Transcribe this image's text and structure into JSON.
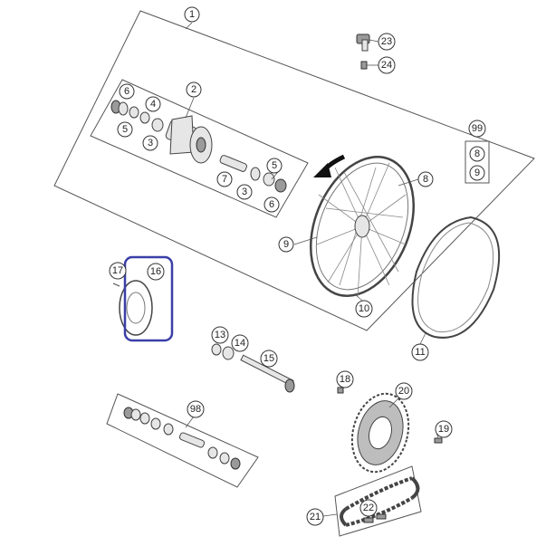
{
  "diagram": {
    "callouts": [
      {
        "id": "c1",
        "label": "1"
      },
      {
        "id": "c2",
        "label": "2"
      },
      {
        "id": "c3a",
        "label": "3"
      },
      {
        "id": "c3b",
        "label": "3"
      },
      {
        "id": "c4",
        "label": "4"
      },
      {
        "id": "c5a",
        "label": "5"
      },
      {
        "id": "c5b",
        "label": "5"
      },
      {
        "id": "c6a",
        "label": "6"
      },
      {
        "id": "c6b",
        "label": "6"
      },
      {
        "id": "c7",
        "label": "7"
      },
      {
        "id": "c8",
        "label": "8"
      },
      {
        "id": "c9",
        "label": "9"
      },
      {
        "id": "c10",
        "label": "10"
      },
      {
        "id": "c11",
        "label": "11"
      },
      {
        "id": "c13",
        "label": "13"
      },
      {
        "id": "c14",
        "label": "14"
      },
      {
        "id": "c15",
        "label": "15"
      },
      {
        "id": "c16",
        "label": "16"
      },
      {
        "id": "c17",
        "label": "17"
      },
      {
        "id": "c18",
        "label": "18"
      },
      {
        "id": "c19",
        "label": "19"
      },
      {
        "id": "c20",
        "label": "20"
      },
      {
        "id": "c21",
        "label": "21"
      },
      {
        "id": "c22",
        "label": "22"
      },
      {
        "id": "c23",
        "label": "23"
      },
      {
        "id": "c24",
        "label": "24"
      },
      {
        "id": "c98",
        "label": "98"
      },
      {
        "id": "c99",
        "label": "99"
      },
      {
        "id": "c99_8",
        "label": "8"
      },
      {
        "id": "c99_9",
        "label": "9"
      }
    ],
    "highlight_color": "#3a3fa8"
  }
}
